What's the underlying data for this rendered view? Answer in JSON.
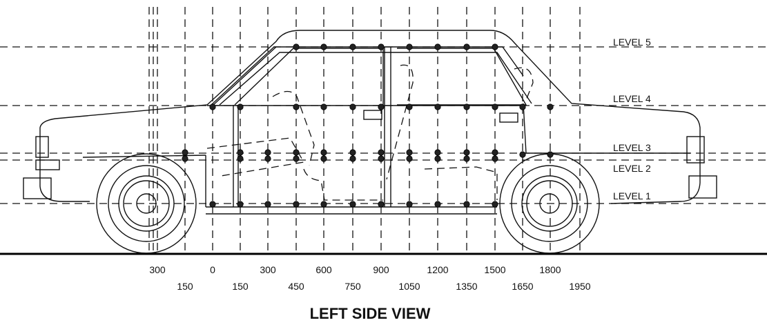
{
  "title": "LEFT SIDE VIEW",
  "levels": [
    "LEVEL 5",
    "LEVEL 4",
    "LEVEL 3",
    "LEVEL 2",
    "LEVEL 1"
  ],
  "ticks_upper": [
    "300",
    "0",
    "300",
    "600",
    "900",
    "1200",
    "1500",
    "1800"
  ],
  "ticks_lower": [
    "150",
    "150",
    "450",
    "750",
    "1050",
    "1350",
    "1650",
    "1950"
  ]
}
